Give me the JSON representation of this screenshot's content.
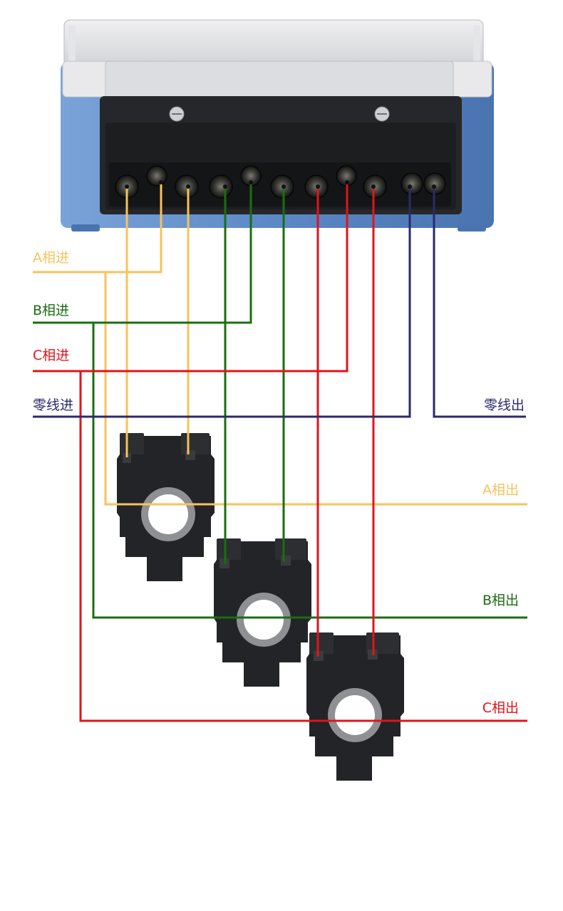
{
  "labels": {
    "a_in": "A相进",
    "b_in": "B相进",
    "c_in": "C相进",
    "n_in": "零线进",
    "n_out": "零线出",
    "a_out": "A相出",
    "b_out": "B相出",
    "c_out": "C相出"
  },
  "colors": {
    "phase_a": "#f7c35c",
    "phase_b": "#1b6e10",
    "phase_c": "#e0141b",
    "neutral": "#2b2a6b",
    "meter_blue": "#5b88c6",
    "meter_gray": "#dcdde0",
    "terminal_block": "#1f2022",
    "ct_body": "#232427"
  },
  "icons": {
    "meter": "energy-meter-icon",
    "current_transformer": "current-transformer-icon",
    "terminal": "terminal-screw-icon"
  }
}
